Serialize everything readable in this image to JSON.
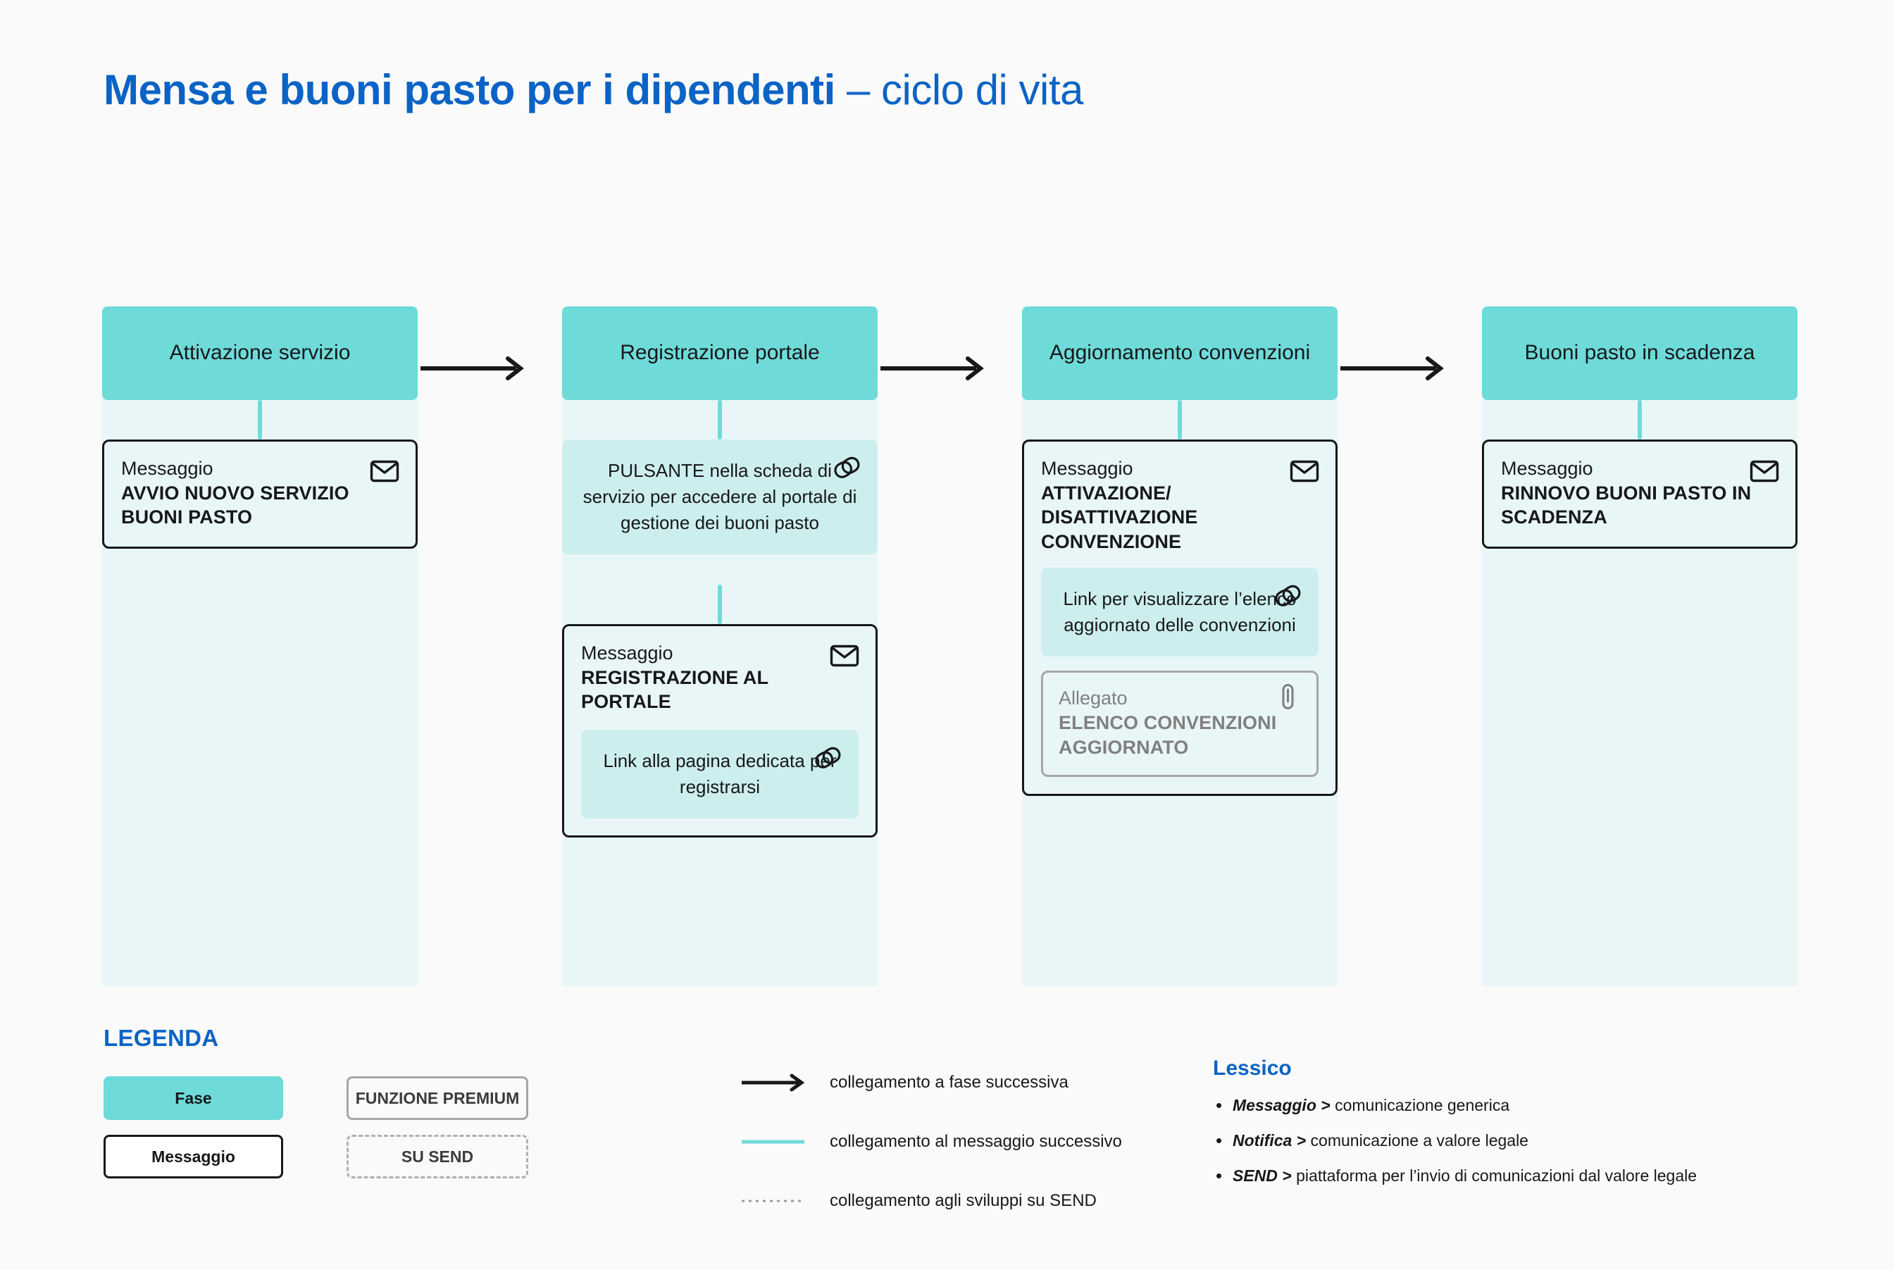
{
  "title": {
    "strong": "Mensa e buoni pasto per i dipendenti",
    "light": " – ciclo di vita"
  },
  "colors": {
    "brand_blue": "#0b63c5",
    "phase_teal": "#6edbd9",
    "column_bg": "#e9f6f7",
    "link_bg": "#cdeeee",
    "ink": "#17181a",
    "muted_gray": "#808080",
    "page_bg": "#fafafa"
  },
  "columns": [
    {
      "phase": "Attivazione servizio",
      "blocks": [
        {
          "kind": "message",
          "icon": "envelope-icon",
          "kicker": "Messaggio",
          "headline": "AVVIO NUOVO SERVIZIO BUONI PASTO",
          "children": []
        }
      ]
    },
    {
      "phase": "Registrazione portale",
      "blocks": [
        {
          "kind": "link",
          "icon": "link-icon",
          "text": "PULSANTE nella scheda di servizio per accedere al portale di gestione dei buoni pasto"
        },
        {
          "kind": "message",
          "icon": "envelope-icon",
          "kicker": "Messaggio",
          "headline": "REGISTRAZIONE AL PORTALE",
          "children": [
            {
              "kind": "link",
              "icon": "link-icon",
              "text": "Link alla pagina dedicata per registrarsi"
            }
          ]
        }
      ]
    },
    {
      "phase": "Aggiornamento convenzioni",
      "blocks": [
        {
          "kind": "message",
          "icon": "envelope-icon",
          "kicker": "Messaggio",
          "headline": "ATTIVAZIONE/ DISATTIVAZIONE CONVENZIONE",
          "children": [
            {
              "kind": "link",
              "icon": "link-icon",
              "text": "Link per visualizzare l’elenco aggiornato delle convenzioni"
            },
            {
              "kind": "attachment",
              "icon": "paperclip-icon",
              "kicker": "Allegato",
              "headline": "ELENCO CONVENZIONI AGGIORNATO"
            }
          ]
        }
      ]
    },
    {
      "phase": "Buoni pasto in scadenza",
      "blocks": [
        {
          "kind": "message",
          "icon": "envelope-icon",
          "kicker": "Messaggio",
          "headline": "RINNOVO BUONI PASTO IN SCADENZA",
          "children": []
        }
      ]
    }
  ],
  "legend": {
    "title": "LEGENDA",
    "chips": {
      "fase": "Fase",
      "messaggio": "Messaggio",
      "premium": "FUNZIONE PREMIUM",
      "send": "SU SEND"
    },
    "lines": [
      {
        "icon": "arrow-line-icon",
        "label": "collegamento a fase successiva"
      },
      {
        "icon": "teal-line-icon",
        "label": "collegamento al messaggio successivo"
      },
      {
        "icon": "dotted-line-icon",
        "label": "collegamento agli sviluppi su SEND"
      }
    ]
  },
  "lexicon": {
    "title": "Lessico",
    "items": [
      {
        "term": "Messaggio >",
        "definition": " comunicazione generica"
      },
      {
        "term": "Notifica >",
        "definition": " comunicazione a valore legale"
      },
      {
        "term": "SEND >",
        "definition": " piattaforma per  l’invio di comunicazioni dal valore legale"
      }
    ]
  }
}
